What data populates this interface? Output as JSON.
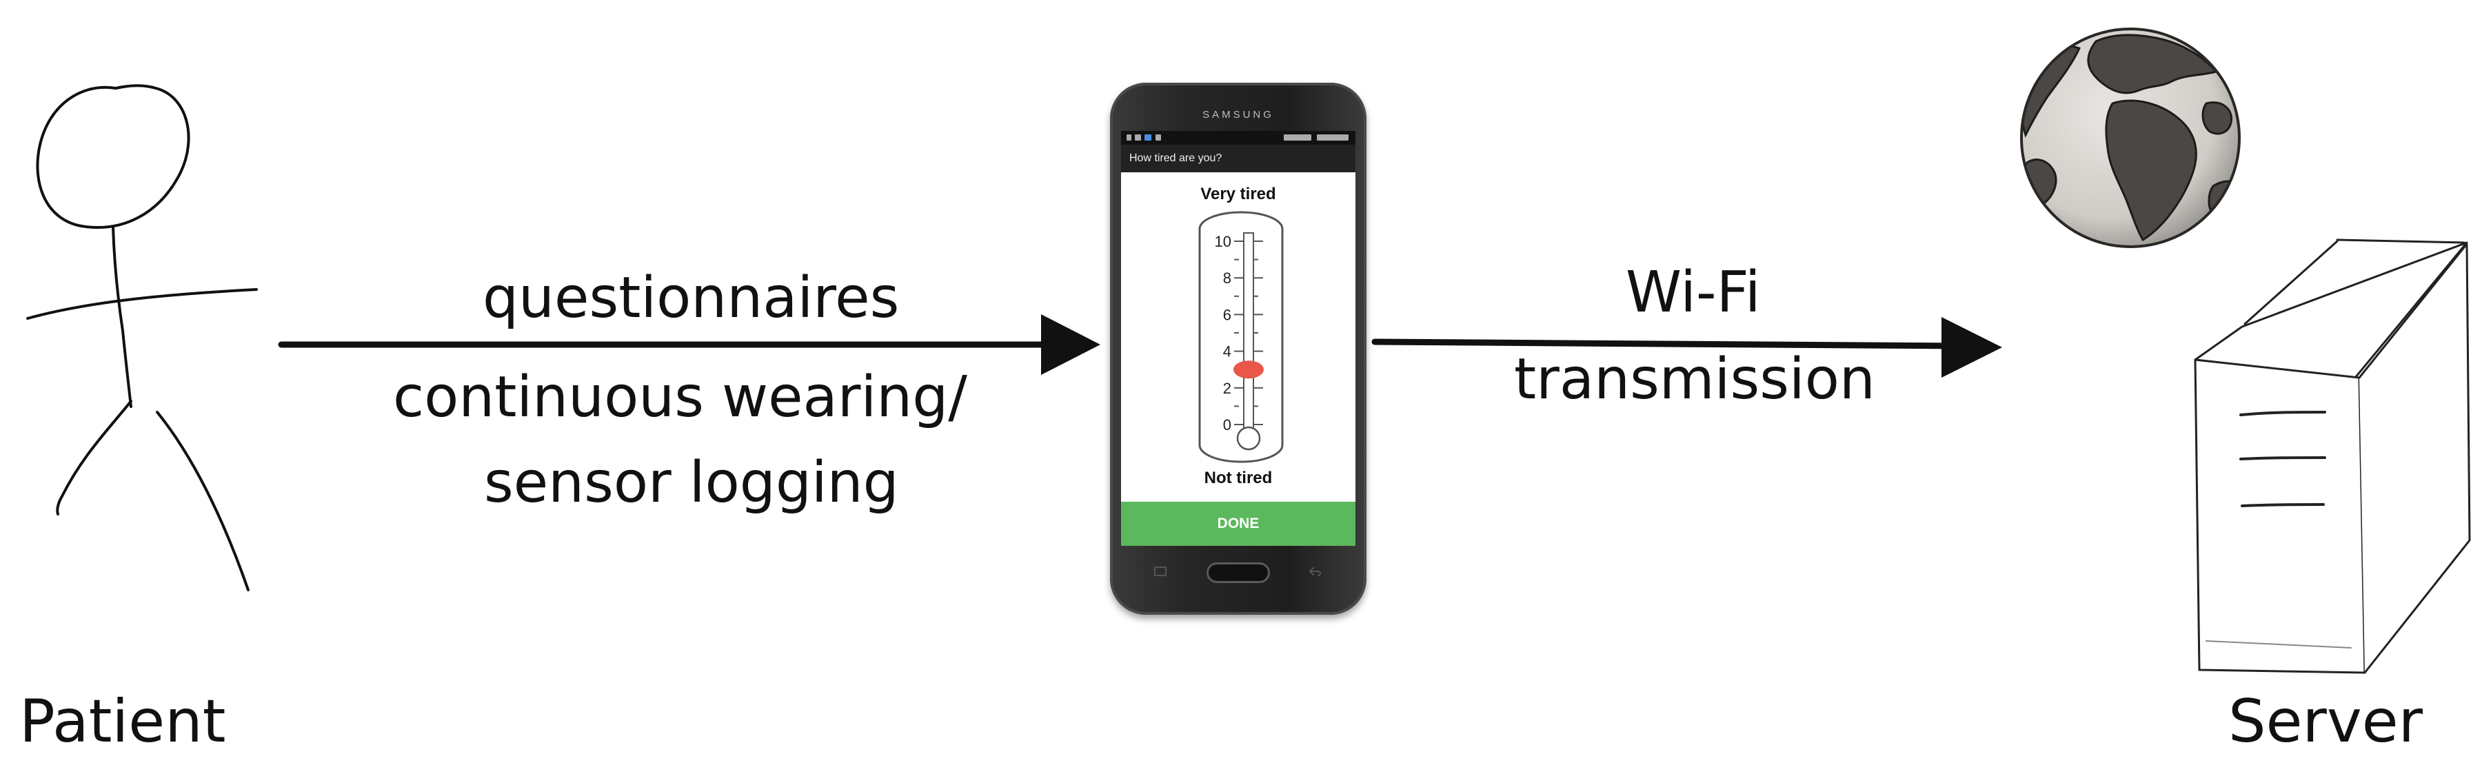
{
  "diagram": {
    "nodes": {
      "patient": {
        "label": "Patient",
        "icon": "stick-figure-icon"
      },
      "smartphone": {
        "icon": "smartphone-icon"
      },
      "server": {
        "label": "Server",
        "icon": "server-tower-icon"
      },
      "globe": {
        "icon": "globe-icon"
      }
    },
    "edges": [
      {
        "from": "patient",
        "to": "smartphone",
        "label_top": "questionnaires",
        "label_bottom_1": "continuous wearing/",
        "label_bottom_2": "sensor logging"
      },
      {
        "from": "smartphone",
        "to": "server",
        "label_1": "Wi-Fi",
        "label_2": "transmission"
      }
    ]
  },
  "phone_screen": {
    "brand": "SAMSUNG",
    "app_title": "How tired are you?",
    "scale_top_label": "Very tired",
    "scale_bottom_label": "Not tired",
    "tick_labels": [
      "10",
      "8",
      "6",
      "4",
      "2",
      "0"
    ],
    "scale_min": 0,
    "scale_max": 10,
    "selected_value": 3,
    "done_label": "DONE",
    "colors": {
      "done_button": "#5cb85c",
      "marker": "#e8574a"
    }
  }
}
